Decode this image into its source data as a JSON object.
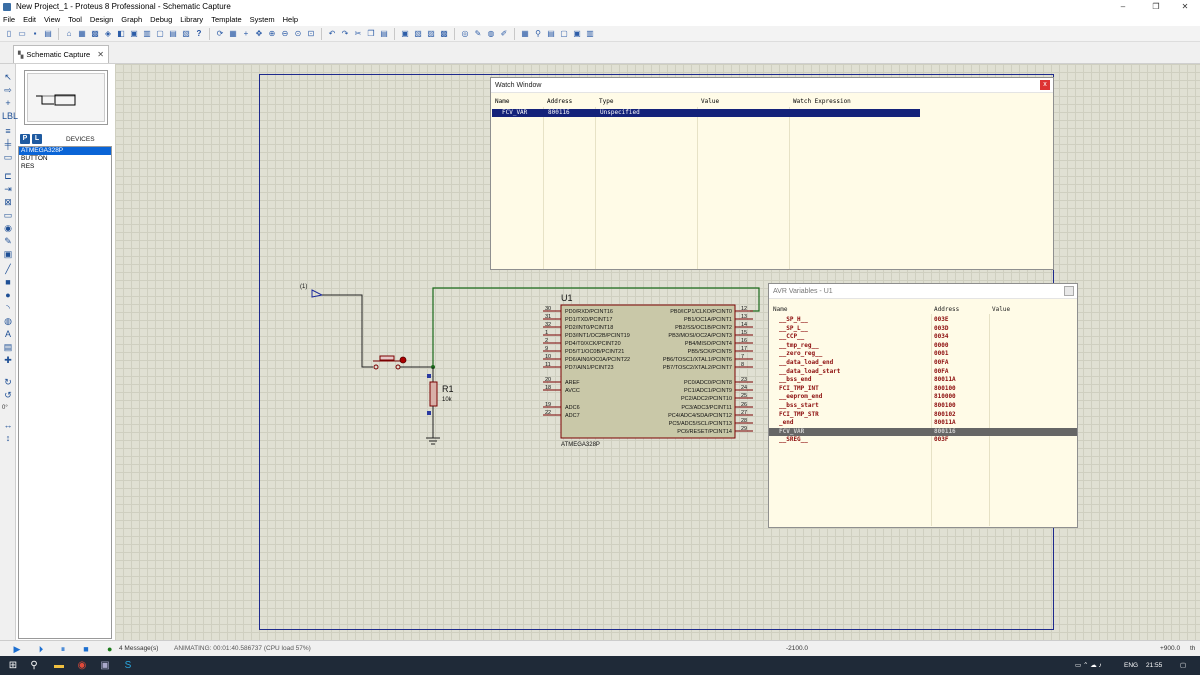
{
  "window": {
    "title": "New Project_1 - Proteus 8 Professional - Schematic Capture",
    "min": "–",
    "max": "❐",
    "close": "✕"
  },
  "menu": [
    "File",
    "Edit",
    "View",
    "Tool",
    "Design",
    "Graph",
    "Debug",
    "Library",
    "Template",
    "System",
    "Help"
  ],
  "tab": {
    "label": "Schematic Capture",
    "close": "✕"
  },
  "devices": {
    "p_button": "P",
    "l_button": "L",
    "header": "DEVICES",
    "items": [
      "ATMEGA328P",
      "BUTTON",
      "RES"
    ],
    "selected_index": 0
  },
  "left_tools": {
    "rotate_value": "0°"
  },
  "schematic": {
    "u1_ref": "U1",
    "u1_part": "ATMEGA328P",
    "r1_ref": "R1",
    "r1_value": "10k",
    "probe_label": "(1)",
    "left_pins": [
      {
        "num": "30",
        "name": "PD0/RXD/PCINT16"
      },
      {
        "num": "31",
        "name": "PD1/TXD/PCINT17"
      },
      {
        "num": "32",
        "name": "PD2/INT0/PCINT18"
      },
      {
        "num": "1",
        "name": "PD3/INT1/OC2B/PCINT19"
      },
      {
        "num": "2",
        "name": "PD4/T0/XCK/PCINT20"
      },
      {
        "num": "9",
        "name": "PD5/T1/OC0B/PCINT21"
      },
      {
        "num": "10",
        "name": "PD6/AIN0/OC0A/PCINT22"
      },
      {
        "num": "11",
        "name": "PD7/AIN1/PCINT23"
      },
      {
        "num": "20",
        "name": "AREF"
      },
      {
        "num": "18",
        "name": "AVCC"
      },
      {
        "num": "19",
        "name": "ADC6"
      },
      {
        "num": "22",
        "name": "ADC7"
      }
    ],
    "right_pins": [
      {
        "num": "12",
        "name": "PB0/ICP1/CLKO/PCINT0"
      },
      {
        "num": "13",
        "name": "PB1/OC1A/PCINT1"
      },
      {
        "num": "14",
        "name": "PB2/SS/OC1B/PCINT2"
      },
      {
        "num": "15",
        "name": "PB3/MOSI/OC2A/PCINT3"
      },
      {
        "num": "16",
        "name": "PB4/MISO/PCINT4"
      },
      {
        "num": "17",
        "name": "PB5/SCK/PCINT5"
      },
      {
        "num": "7",
        "name": "PB6/TOSC1/XTAL1/PCINT6"
      },
      {
        "num": "8",
        "name": "PB7/TOSC2/XTAL2/PCINT7"
      },
      {
        "num": "23",
        "name": "PC0/ADC0/PCINT8"
      },
      {
        "num": "24",
        "name": "PC1/ADC1/PCINT9"
      },
      {
        "num": "25",
        "name": "PC2/ADC2/PCINT10"
      },
      {
        "num": "26",
        "name": "PC3/ADC3/PCINT11"
      },
      {
        "num": "27",
        "name": "PC4/ADC4/SDA/PCINT12"
      },
      {
        "num": "28",
        "name": "PC5/ADC5/SCL/PCINT13"
      },
      {
        "num": "29",
        "name": "PC6/RESET/PCINT14"
      }
    ]
  },
  "watch_window": {
    "title": "Watch Window",
    "close": "x",
    "columns": [
      "Name",
      "Address",
      "Type",
      "Value",
      "Watch Expression"
    ],
    "rows": [
      {
        "name": "FCV_VAR",
        "address": "800116",
        "type": "Unspecified",
        "value": "",
        "expr": ""
      }
    ]
  },
  "avr_window": {
    "title": "AVR Variables - U1",
    "close": "",
    "columns": [
      "Name",
      "Address",
      "Value"
    ],
    "rows": [
      {
        "name": "__SP_H__",
        "address": "003E",
        "value": ""
      },
      {
        "name": "__SP_L__",
        "address": "003D",
        "value": ""
      },
      {
        "name": "__CCP__",
        "address": "0034",
        "value": ""
      },
      {
        "name": "__tmp_reg__",
        "address": "0000",
        "value": ""
      },
      {
        "name": "__zero_reg__",
        "address": "0001",
        "value": ""
      },
      {
        "name": "__data_load_end",
        "address": "00FA",
        "value": ""
      },
      {
        "name": "__data_load_start",
        "address": "00FA",
        "value": ""
      },
      {
        "name": "__bss_end",
        "address": "80011A",
        "value": ""
      },
      {
        "name": "FCI_TMP_INT",
        "address": "800100",
        "value": ""
      },
      {
        "name": "__eeprom_end",
        "address": "810000",
        "value": ""
      },
      {
        "name": "__bss_start",
        "address": "800100",
        "value": ""
      },
      {
        "name": "FCI_TMP_STR",
        "address": "800102",
        "value": ""
      },
      {
        "name": "_end",
        "address": "80011A",
        "value": ""
      },
      {
        "name": "FCV_VAR",
        "address": "800116",
        "value": ""
      },
      {
        "name": "__SREG__",
        "address": "003F",
        "value": ""
      }
    ],
    "selected_index": 13
  },
  "status": {
    "messages": "4 Message(s)",
    "animating": "ANIMATING: 00:01:40.586737 (CPU load 57%)",
    "coord_x": "-2100.0",
    "coord_y": "+900.0",
    "unit": "th"
  },
  "taskbar": {
    "lang": "ENG",
    "time": "21:55"
  }
}
